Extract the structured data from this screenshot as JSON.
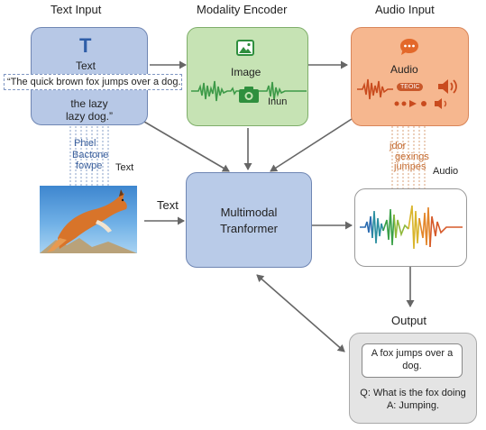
{
  "headers": {
    "text_input": "Text Input",
    "modality_encoder": "Modality Encoder",
    "audio_input": "Audio Input",
    "output": "Output"
  },
  "text_input": {
    "icon_glyph": "T",
    "label": "Text",
    "quote": "“The quick brown fox jumps over a dog.",
    "quote_rest_1": "the lazy",
    "quote_rest_2": "lazy dog.”",
    "tokens": [
      "Phiel",
      "Bactone",
      "fowpe"
    ],
    "side_label": "Text"
  },
  "fox_image": {
    "icon": "fox-photo"
  },
  "encoder": {
    "image_icon": "image-icon",
    "label": "Image",
    "camera_icon": "camera-icon",
    "tag": "Inun"
  },
  "audio_input": {
    "icon": "speech-bubble-icon",
    "label": "Audio",
    "chip": "TEOIC",
    "tokens": [
      "jdor",
      "gexings",
      "jumpes"
    ],
    "side_label": "Audio"
  },
  "transformer": {
    "line1": "Multimodal",
    "line2": "Tranformer",
    "input_label": "Text"
  },
  "output": {
    "answer": "A fox jumps over a dog.",
    "question": "Q: What is the fox doing",
    "reply": "A: Jumping."
  },
  "colors": {
    "text_box_fill": "#b7c8e6",
    "text_box_border": "#6f86b3",
    "encoder_fill": "#c6e3b4",
    "encoder_border": "#7fae6a",
    "audio_fill": "#f6b78f",
    "audio_border": "#d9865a",
    "transformer_fill": "#b9cbe8",
    "output_fill": "#e4e4e4",
    "arrow": "#666666",
    "token_blue": "#3a5f9c",
    "token_orange": "#c46a2e"
  }
}
